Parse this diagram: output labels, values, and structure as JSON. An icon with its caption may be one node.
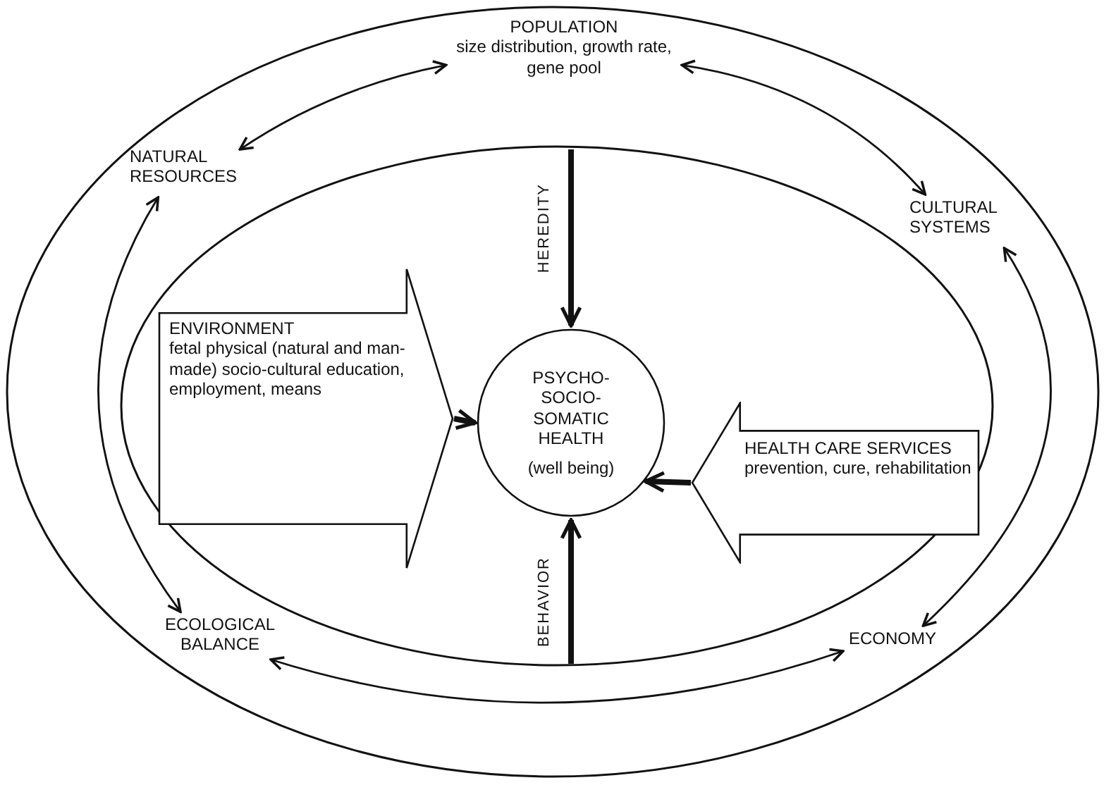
{
  "diagram": {
    "nodes": [
      {
        "text": [],
        "shape": "ellipse"
      },
      {
        "text": [
          "POPULATION",
          "size distribution, growth rate, gene pool"
        ],
        "in": 0
      },
      {
        "text": [
          "NATURAL RESOURCES"
        ],
        "in": 0
      },
      {
        "text": [
          "CULTURAL SYSTEMS"
        ],
        "in": 0
      },
      {
        "text": [],
        "shape": "ellipse",
        "in": 0
      },
      {
        "text": [
          "PSYCHO-SOCIO-SOMATIC HEALTH",
          "(well being)"
        ],
        "in": 4
      },
      {
        "text": [
          "ENVIRONMENT",
          "fetal physical (natural and man-made) socio-cultural education, employment, means"
        ],
        "in": 4
      },
      {
        "text": [
          "HEALTH CARE SERVICES",
          "prevention, cure, rehabilitation"
        ],
        "in": 4
      },
      {
        "text": [
          "ECOLOGICAL BALANCE"
        ],
        "in": 0
      },
      {
        "text": [
          "ECONOMY"
        ],
        "in": 0
      }
    ],
    "edges": [
      {
        "from": 2,
        "to": 1,
        "arrow": "both"
      },
      {
        "from": 1,
        "to": 3,
        "arrow": "both"
      },
      {
        "from": 3,
        "to": 9,
        "arrow": "both"
      },
      {
        "from": 8,
        "to": 9,
        "arrow": "both"
      },
      {
        "from": 8,
        "to": 2,
        "arrow": "both"
      },
      {
        "from": null,
        "to": 5,
        "label": "HEREDITY",
        "arrow": "to",
        "style": "thick"
      },
      {
        "from": 6,
        "to": 5,
        "arrow": "to",
        "style": "thick"
      },
      {
        "from": 7,
        "to": 5,
        "arrow": "to",
        "style": "thick"
      },
      {
        "from": null,
        "to": 5,
        "label": "BEHAVIOR",
        "arrow": "to",
        "style": "thick"
      }
    ]
  }
}
